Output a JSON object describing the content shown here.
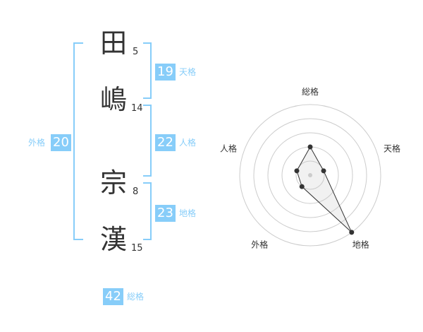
{
  "name_chars": [
    {
      "char": "田",
      "strokes": "5"
    },
    {
      "char": "嶋",
      "strokes": "14"
    },
    {
      "char": "宗",
      "strokes": "8"
    },
    {
      "char": "漢",
      "strokes": "15"
    }
  ],
  "kaku": {
    "tenkaku": {
      "value": "19",
      "label": "天格"
    },
    "jinkaku": {
      "value": "22",
      "label": "人格"
    },
    "chikaku": {
      "value": "23",
      "label": "地格"
    },
    "gaikaku": {
      "value": "20",
      "label": "外格"
    },
    "soukaku": {
      "value": "42",
      "label": "総格"
    }
  },
  "colors": {
    "accent": "#87cdf9",
    "text": "#333333",
    "grid": "#cccccc"
  },
  "chart_data": {
    "type": "radar",
    "axes": [
      "総格",
      "天格",
      "地格",
      "外格",
      "人格"
    ],
    "values": [
      2.0,
      1.0,
      5.0,
      1.0,
      1.0
    ],
    "range": [
      0,
      5
    ],
    "rings": 5
  }
}
